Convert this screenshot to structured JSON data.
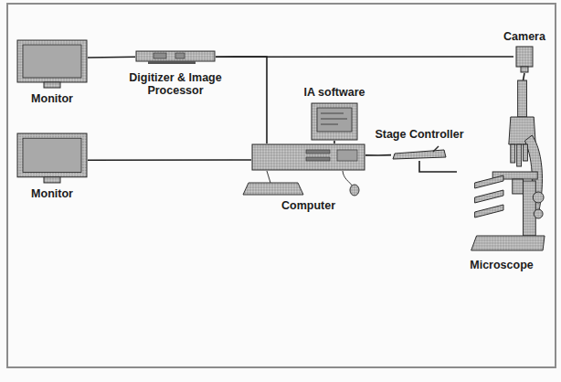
{
  "diagram": {
    "nodes": [
      {
        "text": [
          "Monitor"
        ]
      },
      {
        "text": [
          "Digitizer & Image Processor"
        ]
      },
      {
        "text": [
          "Camera"
        ]
      },
      {
        "text": [
          "IA software"
        ]
      },
      {
        "text": [
          "Monitor"
        ]
      },
      {
        "text": [
          "Stage Controller"
        ]
      },
      {
        "text": [
          "Computer"
        ]
      },
      {
        "text": [
          "Microscope"
        ]
      }
    ],
    "edges": [
      {
        "from": 0,
        "to": 1,
        "arrow": "none"
      },
      {
        "from": 1,
        "to": 2,
        "arrow": "none"
      },
      {
        "from": 6,
        "to": 1,
        "arrow": "none"
      },
      {
        "from": 3,
        "to": 6,
        "arrow": "none"
      },
      {
        "from": 4,
        "to": 6,
        "arrow": "none"
      },
      {
        "from": 6,
        "to": 5,
        "arrow": "none"
      },
      {
        "from": 5,
        "to": 7,
        "arrow": "none"
      },
      {
        "from": 2,
        "to": 7,
        "arrow": "none"
      }
    ]
  }
}
